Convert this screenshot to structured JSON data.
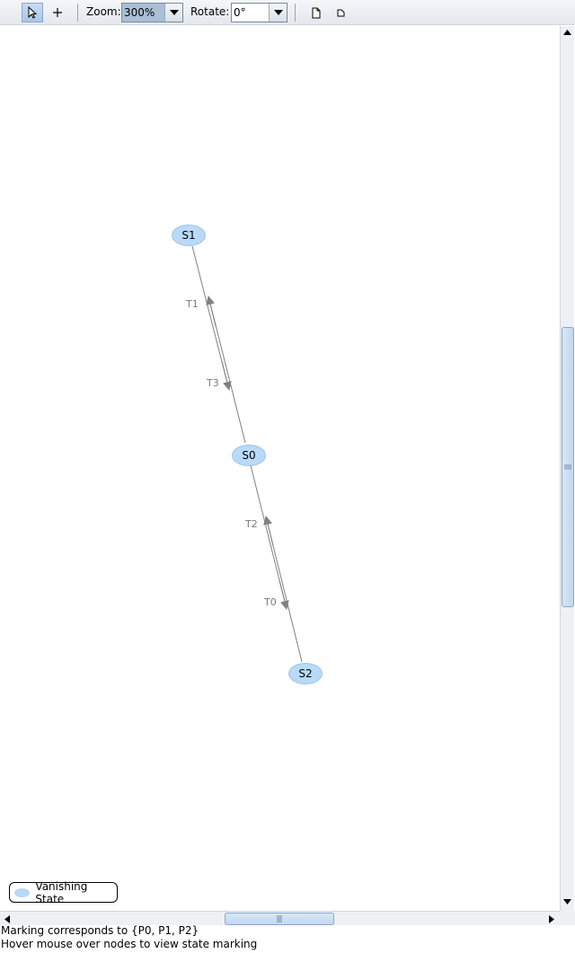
{
  "toolbar": {
    "select_tool_icon": "pointer-arrow-icon",
    "add_tool_icon": "plus-icon",
    "zoom_label": "Zoom:",
    "zoom_value": "300%",
    "rotate_label": "Rotate:",
    "rotate_value": "0°",
    "export_icon": "page-icon",
    "export_small_icon": "small-page-icon"
  },
  "graph": {
    "nodes": [
      {
        "id": "S1",
        "label": "S1"
      },
      {
        "id": "S0",
        "label": "S0"
      },
      {
        "id": "S2",
        "label": "S2"
      }
    ],
    "edges": [
      {
        "label": "T1",
        "from": "S0",
        "to": "S1"
      },
      {
        "label": "T3",
        "from": "S1",
        "to": "S0"
      },
      {
        "label": "T2",
        "from": "S2",
        "to": "S0"
      },
      {
        "label": "T0",
        "from": "S0",
        "to": "S2"
      }
    ],
    "colors": {
      "node_fill": "#b9daf7",
      "edge": "#808080",
      "edge_label": "#7a7a7a"
    }
  },
  "legend": {
    "label": "Vanishing State"
  },
  "status": {
    "line1": "Marking corresponds to {P0, P1, P2}",
    "line2": "Hover mouse over nodes to view state marking"
  }
}
